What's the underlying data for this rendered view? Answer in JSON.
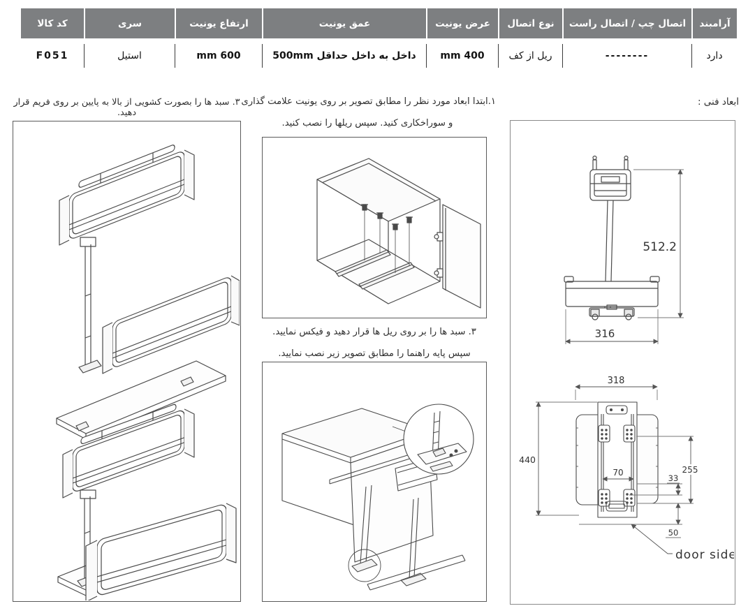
{
  "table": {
    "header_bg": "#7d7f81",
    "header_text_color": "#ffffff",
    "columns": [
      {
        "label": "کد کالا",
        "value": "F051"
      },
      {
        "label": "سری",
        "value": "استیل"
      },
      {
        "label": "ارتفاع یونیت",
        "value": "600 mm"
      },
      {
        "label": "عمق یونیت",
        "value": "داخل به داخل حداقل 500mm"
      },
      {
        "label": "عرض یونیت",
        "value": "400 mm"
      },
      {
        "label": "نوع اتصال",
        "value": "ریل از کف"
      },
      {
        "label": "اتصال چپ / اتصال راست",
        "value": "--------"
      },
      {
        "label": "آرامبند",
        "value": "دارد"
      }
    ]
  },
  "instructions": {
    "right_label": "ابعاد فنی :",
    "step1_line1": "۱.ابتدا ابعاد مورد نظر را مطابق تصویر بر روی یونیت علامت گذاری",
    "step1_line2": "و سوراخکاری کنید. سپس ریلها را نصب کنید.",
    "left_step": "۳. سبد ها را بصورت کشویی از بالا به پایین بر روی فریم قرار دهید.",
    "step3_line1": "۳. سبد ها را بر روی ریل ها قرار دهید و فیکس نمایید.",
    "step3_line2": "سپس پایه راهنما را مطابق تصویر زیر نصب نمایید."
  },
  "dimensions": {
    "front_height": "512.2",
    "front_width": "316",
    "top_width": "318",
    "top_depth": "440",
    "rail_spacing": "70",
    "right_offset": "255",
    "step_offset": "33",
    "door_gap": "50",
    "door_side": "door side"
  },
  "drawing_line_color": "#4a4a4a"
}
